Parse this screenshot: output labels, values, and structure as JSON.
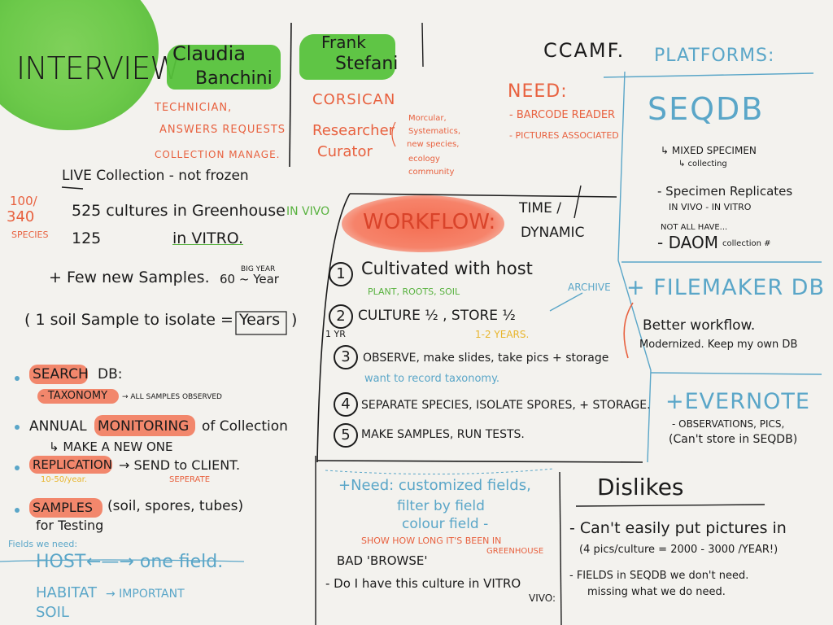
{
  "header": {
    "interview": "INTERVIEW",
    "person1_name_line1": "Claudia",
    "person1_name_line2": "Banchini",
    "person2_name_line1": "Frank",
    "person2_name_line2": "Stefani",
    "ccamf": "CCAMF."
  },
  "claudia": {
    "role1": "TECHNICIAN,",
    "role2": "ANSWERS REQUESTS",
    "role3": "COLLECTION MANAGE."
  },
  "frank": {
    "origin": "CORSICAN",
    "role_line1": "Researcher",
    "role_line2": "Curator",
    "interests": [
      "Morcular,",
      "Systematics,",
      "new species,",
      "ecology",
      "community"
    ]
  },
  "need": {
    "title": "NEED:",
    "items": [
      "- BARCODE READER",
      "- PICTURES ASSOCIATED"
    ]
  },
  "platforms": {
    "title": "PLATFORMS:",
    "seqdb": "SEQDB",
    "seqdb_notes": [
      "↳ MIXED SPECIMEN",
      "↳ collecting",
      "- Specimen Replicates",
      "IN VIVO - IN VITRO",
      "NOT ALL HAVE...",
      "- DAOM",
      "collection #"
    ],
    "filemaker": "+ FILEMAKER DB",
    "filemaker_notes": [
      "Better workflow.",
      "Modernized. Keep my own DB"
    ],
    "evernote": "+EVERNOTE",
    "evernote_notes": [
      "- OBSERVATIONS, PICS,",
      "(Can't store in SEQDB)"
    ]
  },
  "collection": {
    "live": "LIVE Collection - not frozen",
    "count1": "525 cultures in Greenhouse",
    "invivo": "IN VIVO",
    "count2": "125",
    "invitro": "in VITRO.",
    "species_a": "100/",
    "species_b": "340",
    "species_c": "SPECIES",
    "new_samples": "+ Few new Samples.",
    "big_year": "BIG YEAR",
    "per_year": "60 ~ Year",
    "soil": "( 1 soil Sample to isolate = ",
    "years": "Years",
    "close": ")"
  },
  "bullets": {
    "search": "SEARCH",
    "db": "DB:",
    "taxonomy": "- TAXONOMY",
    "all_samples": "→ ALL SAMPLES OBSERVED",
    "annual": "ANNUAL",
    "monitoring": "MONITORING",
    "of_collection": "of Collection",
    "make_new": "↳ MAKE A NEW ONE",
    "replication": "REPLICATION",
    "send": "→ SEND to CLIENT.",
    "per_year": "10-50/year.",
    "separate": "SEPERATE",
    "samples": "SAMPLES",
    "samples_paren": "(soil, spores, tubes)",
    "for_testing": "for Testing"
  },
  "fields": {
    "label": "Fields we need:",
    "host": "HOST",
    "arrow_one": "←—→ one field.",
    "habitat": "HABITAT",
    "arrow_important": "→ IMPORTANT",
    "soil": "SOIL"
  },
  "workflow": {
    "title": "WORKFLOW:",
    "time": "TIME /",
    "dynamic": "DYNAMIC",
    "archive": "ARCHIVE",
    "step1": "Cultivated with host",
    "step1_sub": "PLANT, ROOTS, SOIL",
    "step2": "CULTURE ½ , STORE ½",
    "step2_sub": "1-2 YEARS.",
    "one_yr": "1 YR",
    "step3": "OBSERVE, make slides, take pics + storage",
    "step3_sub": "want to record taxonomy.",
    "step4": "SEPARATE SPECIES, ISOLATE SPORES, + STORAGE.",
    "step5": "MAKE SAMPLES, RUN TESTS.",
    "nums": [
      "1",
      "2",
      "3",
      "4",
      "5"
    ]
  },
  "needs_bottom": {
    "line1": "+Need: customized fields,",
    "line2": "filter by field",
    "line3": "colour field -",
    "line4": "SHOW HOW LONG IT'S BEEN IN",
    "line4b": "GREENHOUSE",
    "line5": "BAD 'BROWSE'",
    "line6": "- Do I have this culture in VITRO",
    "line6b": "VIVO:"
  },
  "dislikes": {
    "title": "Dislikes",
    "item1": "- Can't easily put pictures in",
    "item1b": "(4 pics/culture = 2000 - 3000 /YEAR!)",
    "item2": "- FIELDS in SEQDB we don't need.",
    "item2b": "missing what we do need."
  },
  "colors": {
    "ink": "#1b1b1b",
    "orange": "#e8613f",
    "blue": "#5aa6c8",
    "green": "#58b23f",
    "yellow": "#e8b52c"
  }
}
